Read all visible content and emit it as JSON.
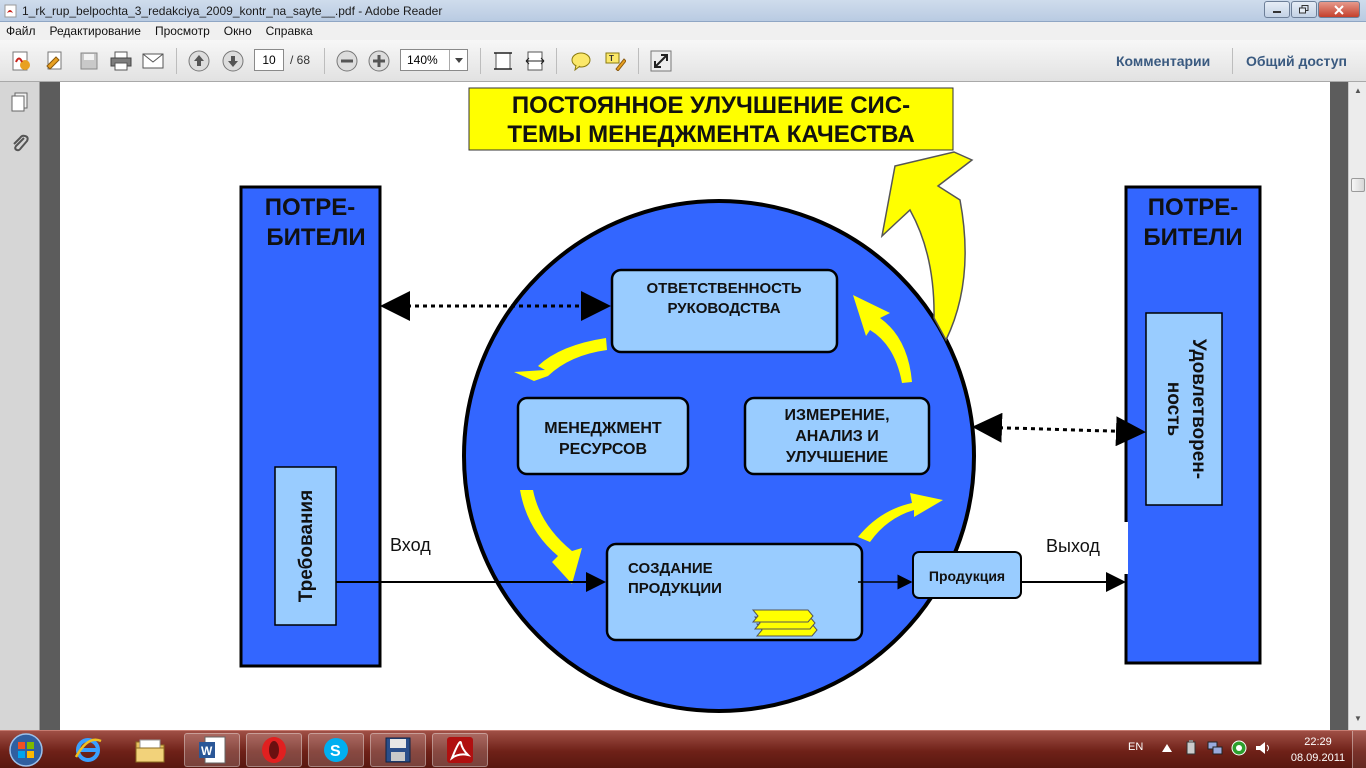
{
  "window": {
    "title": "1_rk_rup_belpochta_3_redakciya_2009_kontr_na_sayte__.pdf - Adobe Reader"
  },
  "menu": {
    "items": [
      "Файл",
      "Редактирование",
      "Просмотр",
      "Окно",
      "Справка"
    ]
  },
  "toolbar": {
    "page_current": "10",
    "page_total": "/ 68",
    "zoom": "140%",
    "comments_label": "Комментарии",
    "share_label": "Общий доступ"
  },
  "diagram": {
    "banner_line1": "ПОСТОЯННОЕ УЛУЧШЕНИЕ СИС-",
    "banner_line2": "ТЕМЫ МЕНЕДЖМЕНТА  КАЧЕСТВА",
    "left_consumers_line1": "ПОТРЕ-",
    "left_consumers_line2": "БИТЕЛИ",
    "right_consumers_line1": "ПОТРЕ-",
    "right_consumers_line2": "БИТЕЛИ",
    "requirements": "Требования",
    "satisfaction_line1": "Удовлетворен-",
    "satisfaction_line2": "ность",
    "input_label": "Вход",
    "output_label": "Выход",
    "responsibility_line1": "ОТВЕТСТВЕННОСТЬ",
    "responsibility_line2": "РУКОВОДСТВА",
    "resources_line1": "МЕНЕДЖМЕНТ",
    "resources_line2": "РЕСУРСОВ",
    "measurement_line1": "ИЗМЕРЕНИЕ,",
    "measurement_line2": "АНАЛИЗ И",
    "measurement_line3": "УЛУЧШЕНИЕ",
    "creation_line1": "СОЗДАНИЕ",
    "creation_line2": "ПРОДУКЦИИ",
    "product": "Продукция"
  },
  "taskbar": {
    "lang": "EN",
    "time": "22:29",
    "date": "08.09.2011"
  },
  "colors": {
    "diagram_blue": "#3366ff",
    "box_light_blue": "#99ccff",
    "banner_yellow": "#ffff00",
    "taskbar_red": "#7a251b"
  }
}
